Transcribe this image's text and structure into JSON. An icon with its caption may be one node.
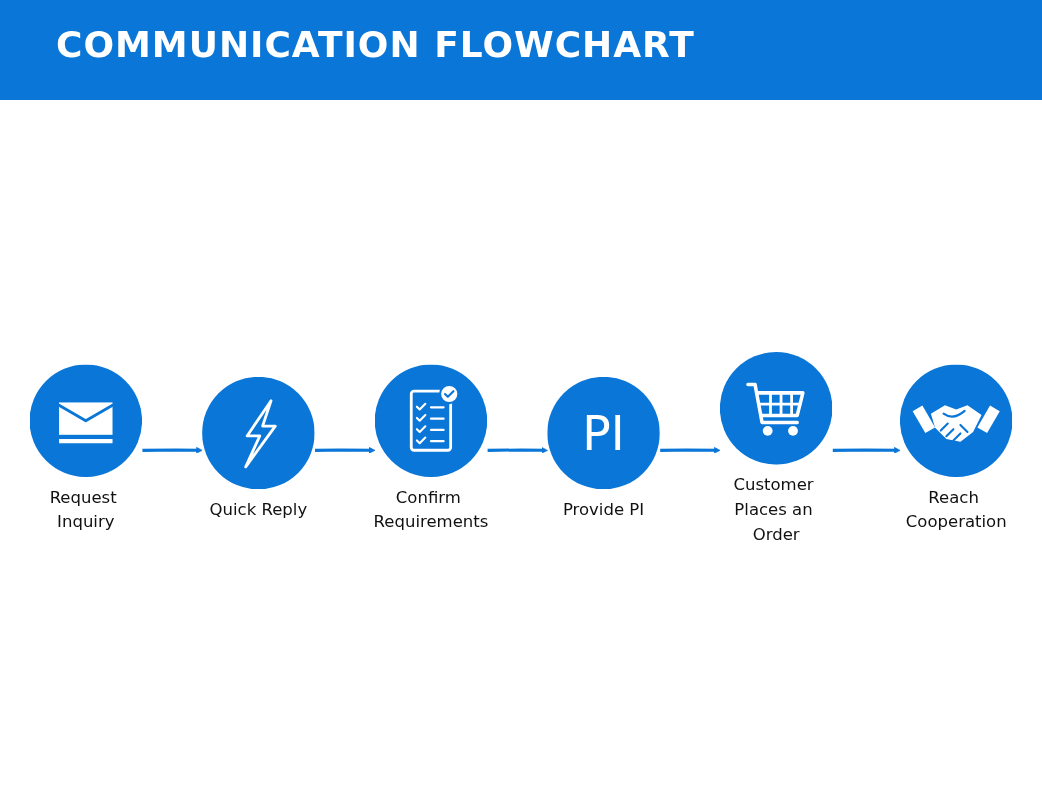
{
  "diagram": {
    "title": "COMMUNICATION FLOWCHART",
    "nodes": [
      {
        "text": [
          "Request Inquiry"
        ]
      },
      {
        "text": [
          "Quick Reply"
        ]
      },
      {
        "text": [
          "Confirm Requirements"
        ]
      },
      {
        "text": [
          "PI",
          "Provide PI"
        ]
      },
      {
        "text": [
          "Customer Places an Order"
        ]
      },
      {
        "text": [
          "Reach Cooperation"
        ]
      }
    ],
    "edges": [
      {
        "from": 0,
        "to": 1,
        "arrow": "to"
      },
      {
        "from": 1,
        "to": 2,
        "arrow": "to"
      },
      {
        "from": 2,
        "to": 3,
        "arrow": "to"
      },
      {
        "from": 3,
        "to": 4,
        "arrow": "to"
      },
      {
        "from": 4,
        "to": 5,
        "arrow": "to"
      }
    ]
  }
}
